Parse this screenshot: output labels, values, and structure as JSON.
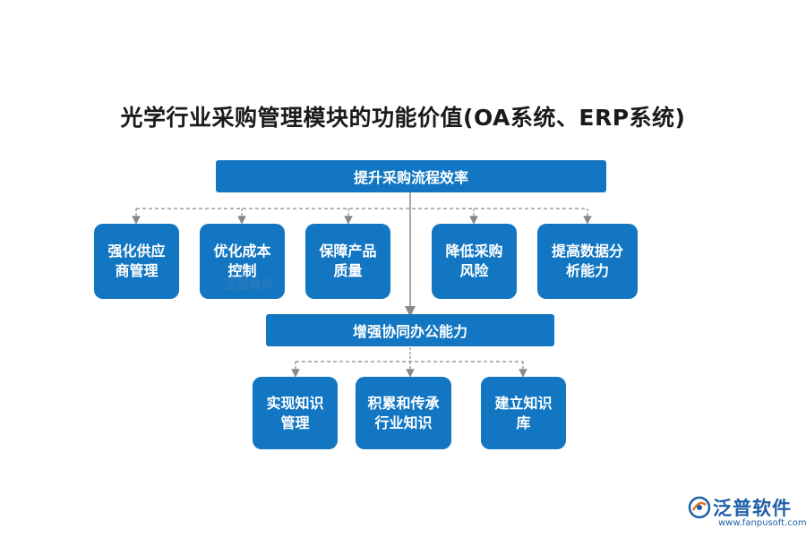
{
  "title": "光学行业采购管理模块的功能价值(OA系统、ERP系统)",
  "top_bar": "提升采购流程效率",
  "row1": [
    "强化供应\n商管理",
    "优化成本\n控制",
    "保障产品\n质量",
    "降低采购\n风险",
    "提高数据分\n析能力"
  ],
  "middle_bar": "增强协同办公能力",
  "row2": [
    "实现知识\n管理",
    "积累和传承\n行业知识",
    "建立知识\n库"
  ],
  "watermark": "泛普软件",
  "logo": {
    "name": "泛普软件",
    "url": "www.fanpusoft.com"
  },
  "colors": {
    "box": "#1276c2",
    "line": "#888888",
    "logo": "#1f5fa8"
  }
}
